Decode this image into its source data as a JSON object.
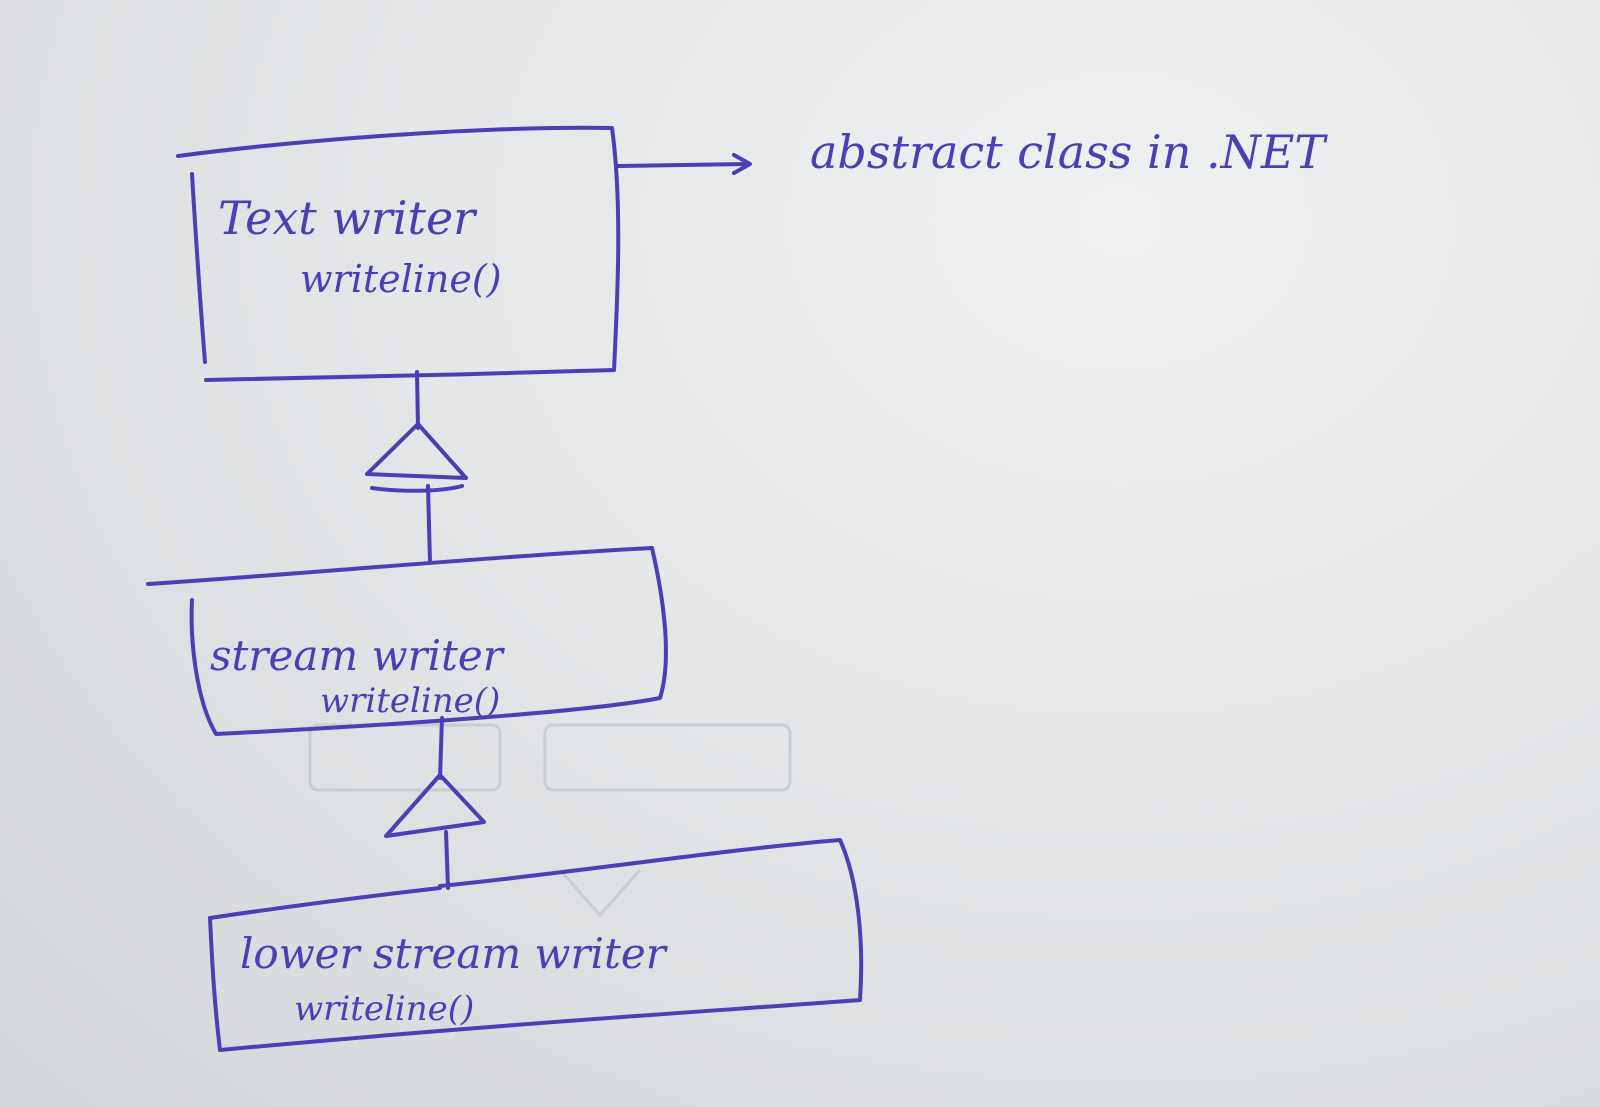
{
  "diagram": {
    "annotation": "abstract class in .NET",
    "classes": [
      {
        "name": "Text writer",
        "method": "writeline()"
      },
      {
        "name": "stream writer",
        "method": "writeline()"
      },
      {
        "name": "lower stream writer",
        "method": "writeline()"
      }
    ],
    "ink_color": "#4a3fb5"
  }
}
